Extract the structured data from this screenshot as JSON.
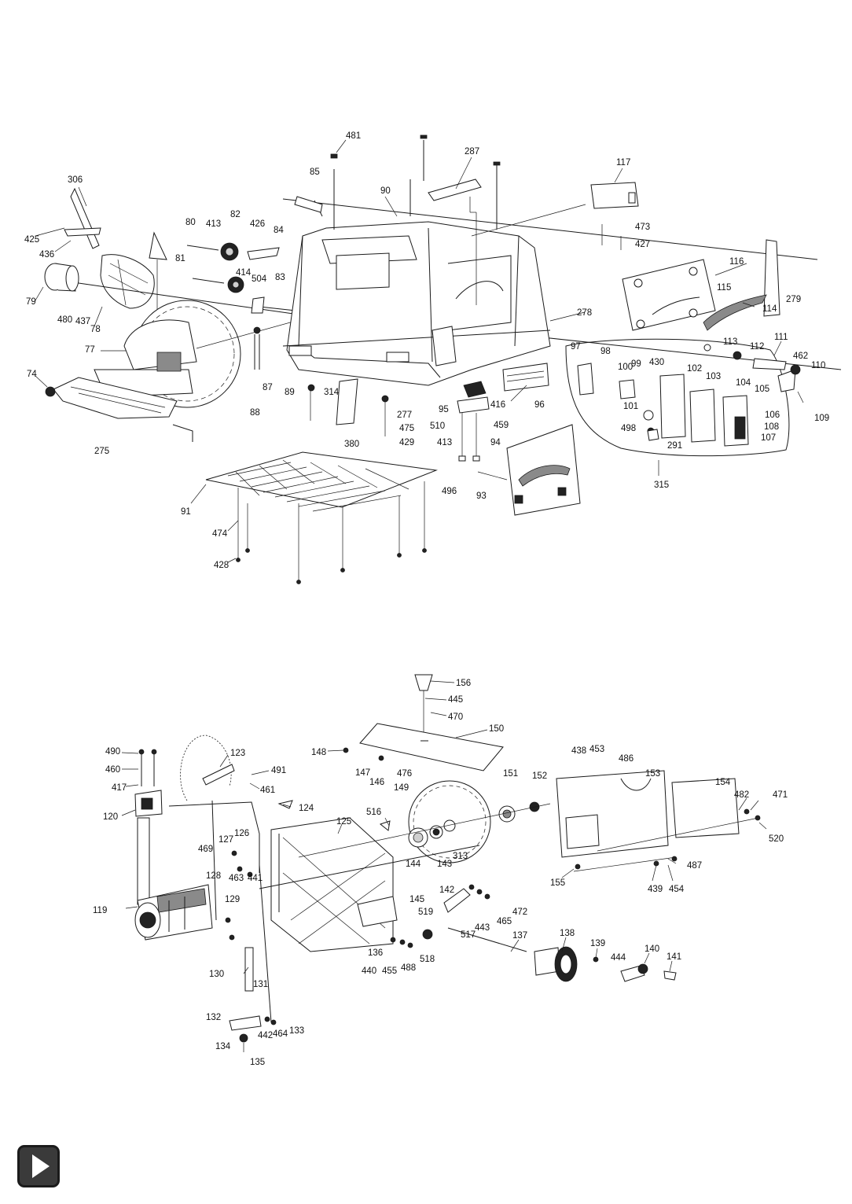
{
  "upper_assembly": {
    "callouts": [
      "481",
      "85",
      "287",
      "117",
      "90",
      "306",
      "80",
      "413",
      "82",
      "426",
      "84",
      "473",
      "427",
      "425",
      "436",
      "81",
      "414",
      "504",
      "83",
      "116",
      "279",
      "79",
      "480",
      "437",
      "78",
      "115",
      "114",
      "278",
      "113",
      "112",
      "111",
      "462",
      "110",
      "77",
      "97",
      "98",
      "100",
      "99",
      "430",
      "102",
      "103",
      "104",
      "105",
      "106",
      "109",
      "74",
      "87",
      "89",
      "88",
      "314",
      "277",
      "95",
      "416",
      "96",
      "101",
      "498",
      "108",
      "107",
      "291",
      "510",
      "459",
      "475",
      "429",
      "413",
      "94",
      "275",
      "380",
      "496",
      "93",
      "315",
      "91",
      "474",
      "428"
    ]
  },
  "lower_assembly": {
    "callouts": [
      "156",
      "445",
      "470",
      "150",
      "148",
      "490",
      "123",
      "460",
      "491",
      "417",
      "461",
      "147",
      "146",
      "476",
      "149",
      "438",
      "453",
      "486",
      "151",
      "152",
      "153",
      "154",
      "482",
      "471",
      "124",
      "120",
      "516",
      "125",
      "520",
      "469",
      "127",
      "126",
      "313",
      "143",
      "144",
      "128",
      "463",
      "441",
      "155",
      "487",
      "439",
      "454",
      "129",
      "145",
      "142",
      "472",
      "119",
      "519",
      "443",
      "465",
      "517",
      "137",
      "136",
      "518",
      "138",
      "139",
      "140",
      "141",
      "440",
      "455",
      "488",
      "444",
      "130",
      "131",
      "132",
      "442",
      "464",
      "133",
      "134",
      "135"
    ]
  },
  "navigation": {
    "next_icon": "play-arrow-icon"
  }
}
